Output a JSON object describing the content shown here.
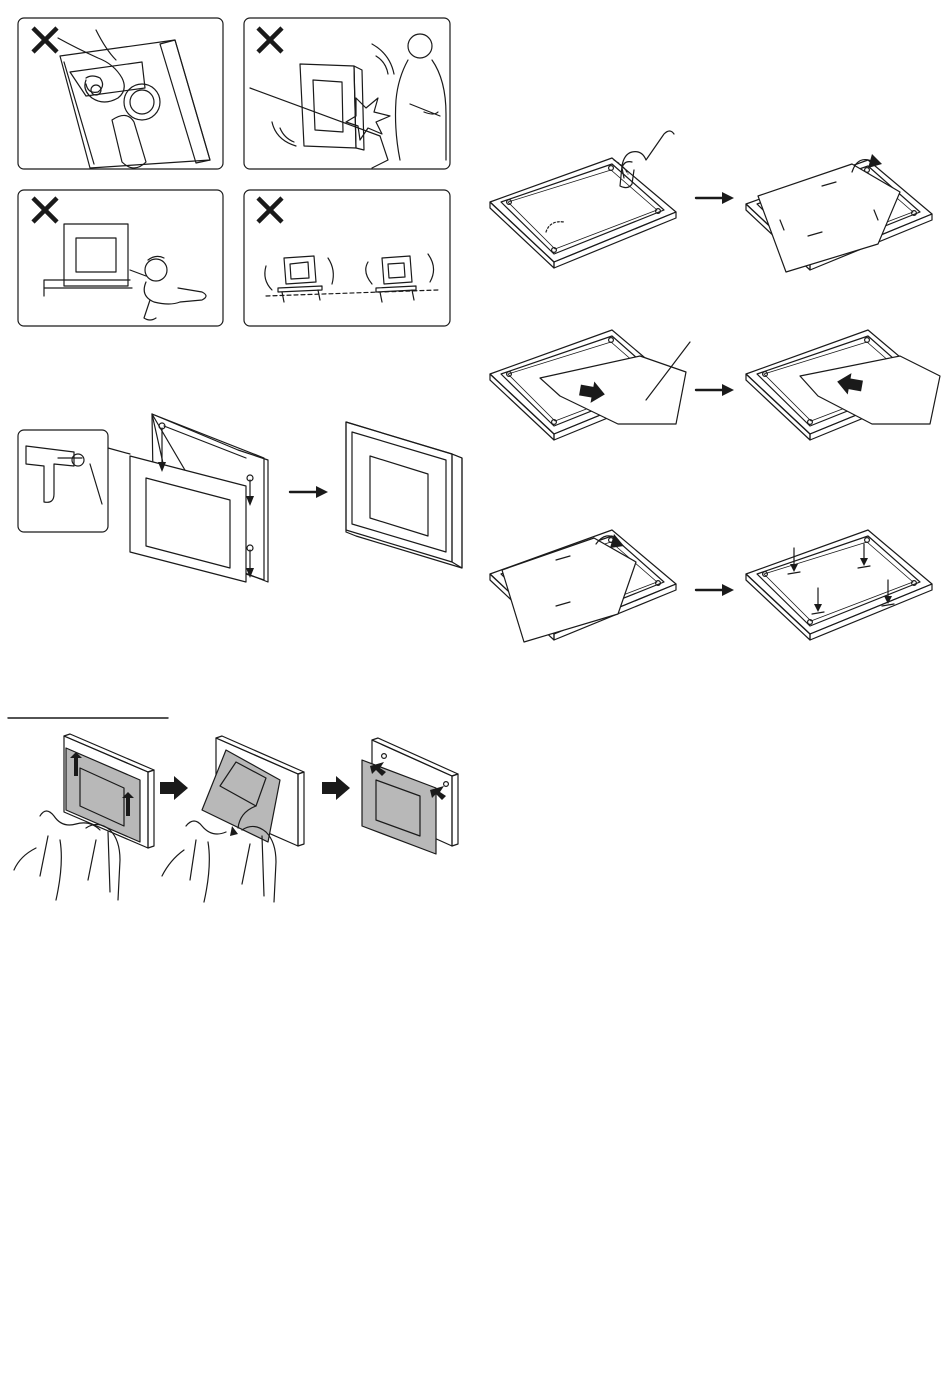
{
  "page": {
    "background": "#ffffff",
    "ink": "#1a1a1a",
    "panel_fill": "#b8b8b8"
  },
  "warnings": [
    {
      "icon": "prohibited-x-icon",
      "scene": "hand-pinching-back-panel"
    },
    {
      "icon": "prohibited-x-icon",
      "scene": "frame-falling-hits-person"
    },
    {
      "icon": "prohibited-x-icon",
      "scene": "child-pulling-frame"
    },
    {
      "icon": "prohibited-x-icon",
      "scene": "frame-on-unstable-surface"
    }
  ],
  "steps": {
    "mount_front_panel": {
      "arrow": "right-arrow-icon"
    },
    "open_back_cover": {
      "arrow": "right-arrow-icon"
    },
    "insert_photo": {
      "arrow": "right-arrow-icon"
    },
    "close_back_cover": {
      "arrow": "right-arrow-icon"
    },
    "remove_panel": {
      "arrows": [
        "right-arrow-icon",
        "right-arrow-icon"
      ]
    }
  }
}
